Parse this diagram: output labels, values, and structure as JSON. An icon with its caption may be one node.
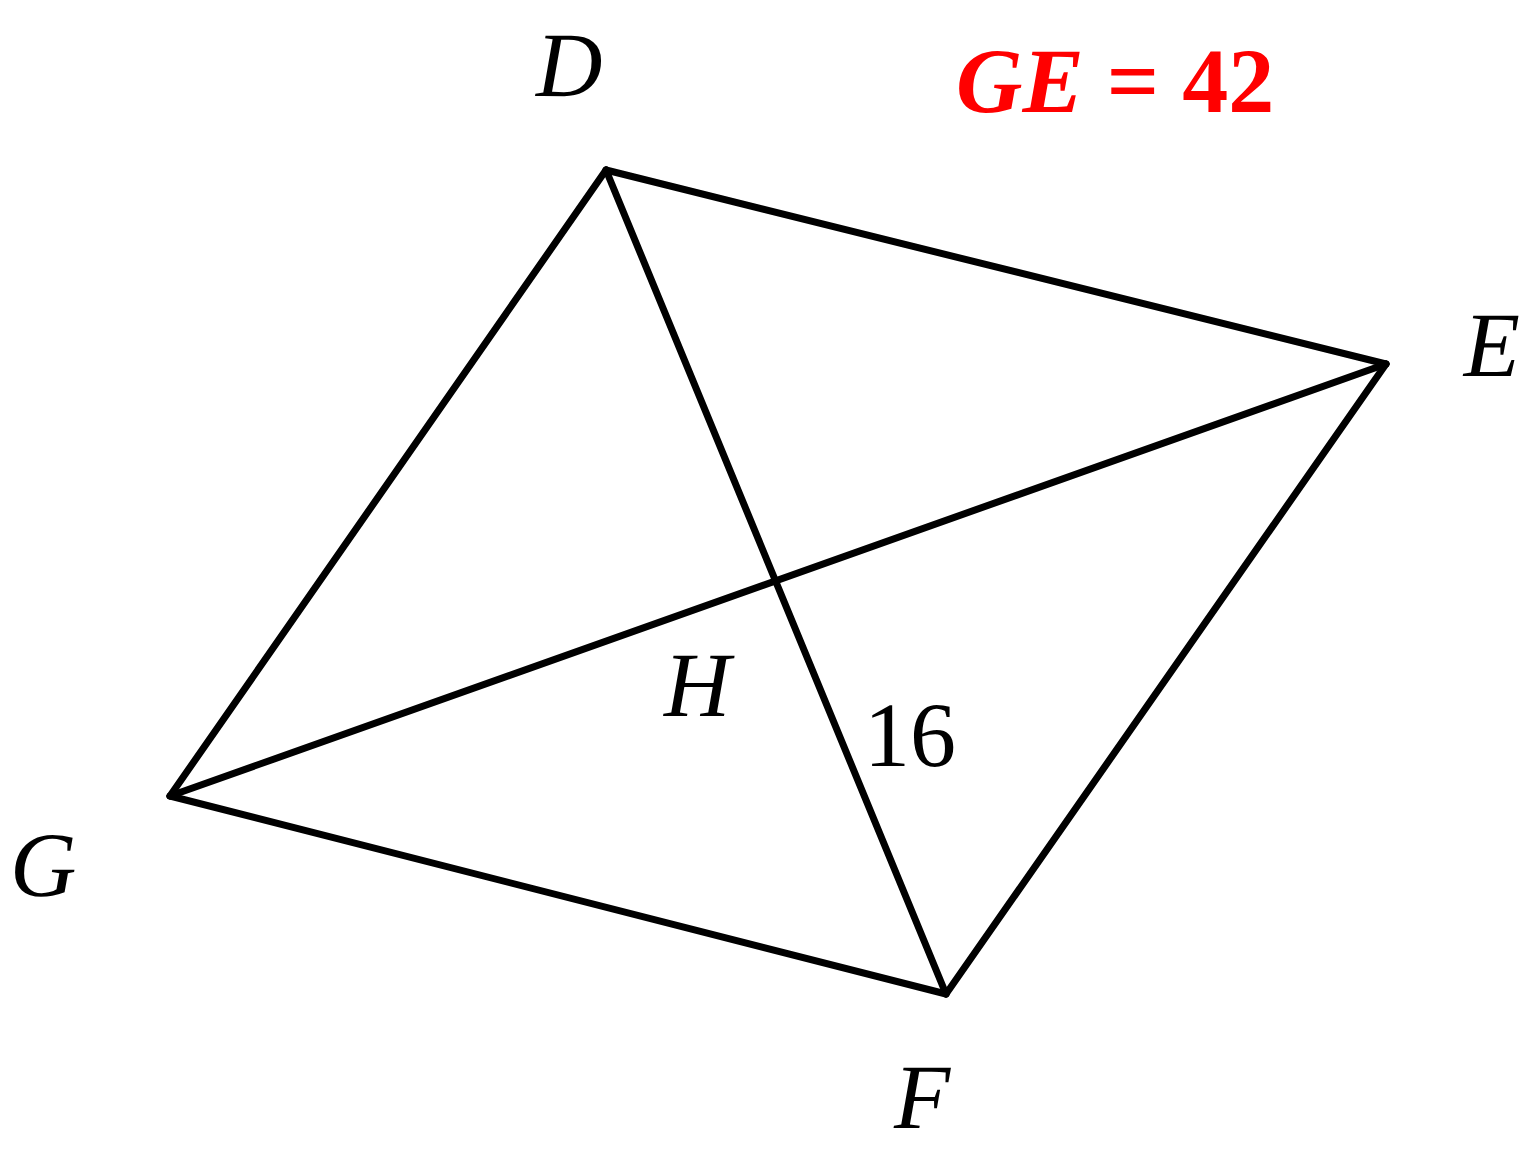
{
  "diagram": {
    "nodes": [
      {
        "text": [
          "D"
        ]
      },
      {
        "text": [
          "E"
        ]
      },
      {
        "text": [
          "F"
        ]
      },
      {
        "text": [
          "G"
        ]
      }
    ],
    "edges": [
      {
        "from": 0,
        "to": 1,
        "arrow": "none"
      },
      {
        "from": 1,
        "to": 2,
        "arrow": "none"
      },
      {
        "from": 2,
        "to": 3,
        "arrow": "none"
      },
      {
        "from": 3,
        "to": 0,
        "arrow": "none"
      },
      {
        "from": 0,
        "to": 2,
        "arrow": "none"
      },
      {
        "from": 3,
        "to": 1,
        "arrow": "none"
      }
    ],
    "labels": [
      "*GE* = 42",
      "H",
      "16"
    ]
  }
}
